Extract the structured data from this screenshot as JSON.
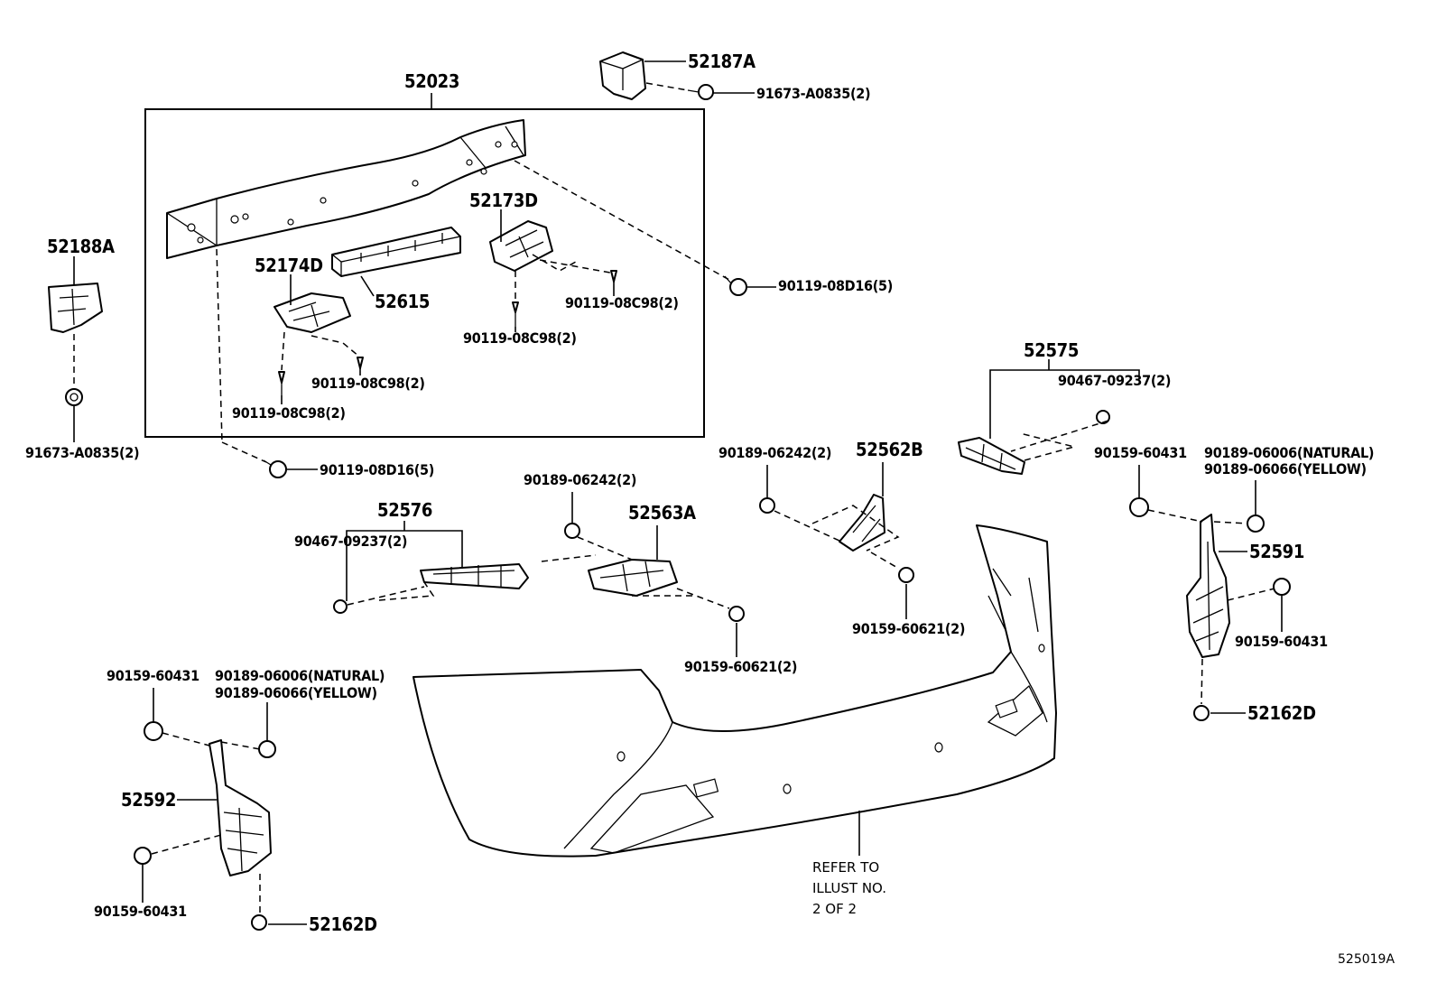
{
  "diagram": {
    "illustration_code": "525019A",
    "note_lines": [
      "REFER TO",
      "ILLUST NO.",
      "2 OF 2"
    ],
    "callouts": {
      "c52023": "52023",
      "c52187A": "52187A",
      "c91673_top": "91673-A0835(2)",
      "c52188A": "52188A",
      "c91673_left": "91673-A0835(2)",
      "c52174D": "52174D",
      "c52615": "52615",
      "c52173D": "52173D",
      "c90119_08C98_a": "90119-08C98(2)",
      "c90119_08C98_b": "90119-08C98(2)",
      "c90119_08C98_c": "90119-08C98(2)",
      "c90119_08C98_d": "90119-08C98(2)",
      "c90119_08D16_right": "90119-08D16(5)",
      "c90119_08D16_left": "90119-08D16(5)",
      "c52575": "52575",
      "c90467_right": "90467-09237(2)",
      "c90189_06242_mid": "90189-06242(2)",
      "c52562B": "52562B",
      "c90159_60431_r1": "90159-60431",
      "c90189_06006_r": "90189-06006(NATURAL)",
      "c90189_06066_r": "90189-06066(YELLOW)",
      "c52591": "52591",
      "c90159_60431_r2": "90159-60431",
      "c52162D_r": "52162D",
      "c90189_06242_left": "90189-06242(2)",
      "c52576": "52576",
      "c90467_left": "90467-09237(2)",
      "c52563A": "52563A",
      "c90159_60621_a": "90159-60621(2)",
      "c90159_60621_b": "90159-60621(2)",
      "c90159_60431_l1": "90159-60431",
      "c90189_06006_l": "90189-06006(NATURAL)",
      "c90189_06066_l": "90189-06066(YELLOW)",
      "c52592": "52592",
      "c90159_60431_l2": "90159-60431",
      "c52162D_l": "52162D"
    }
  }
}
